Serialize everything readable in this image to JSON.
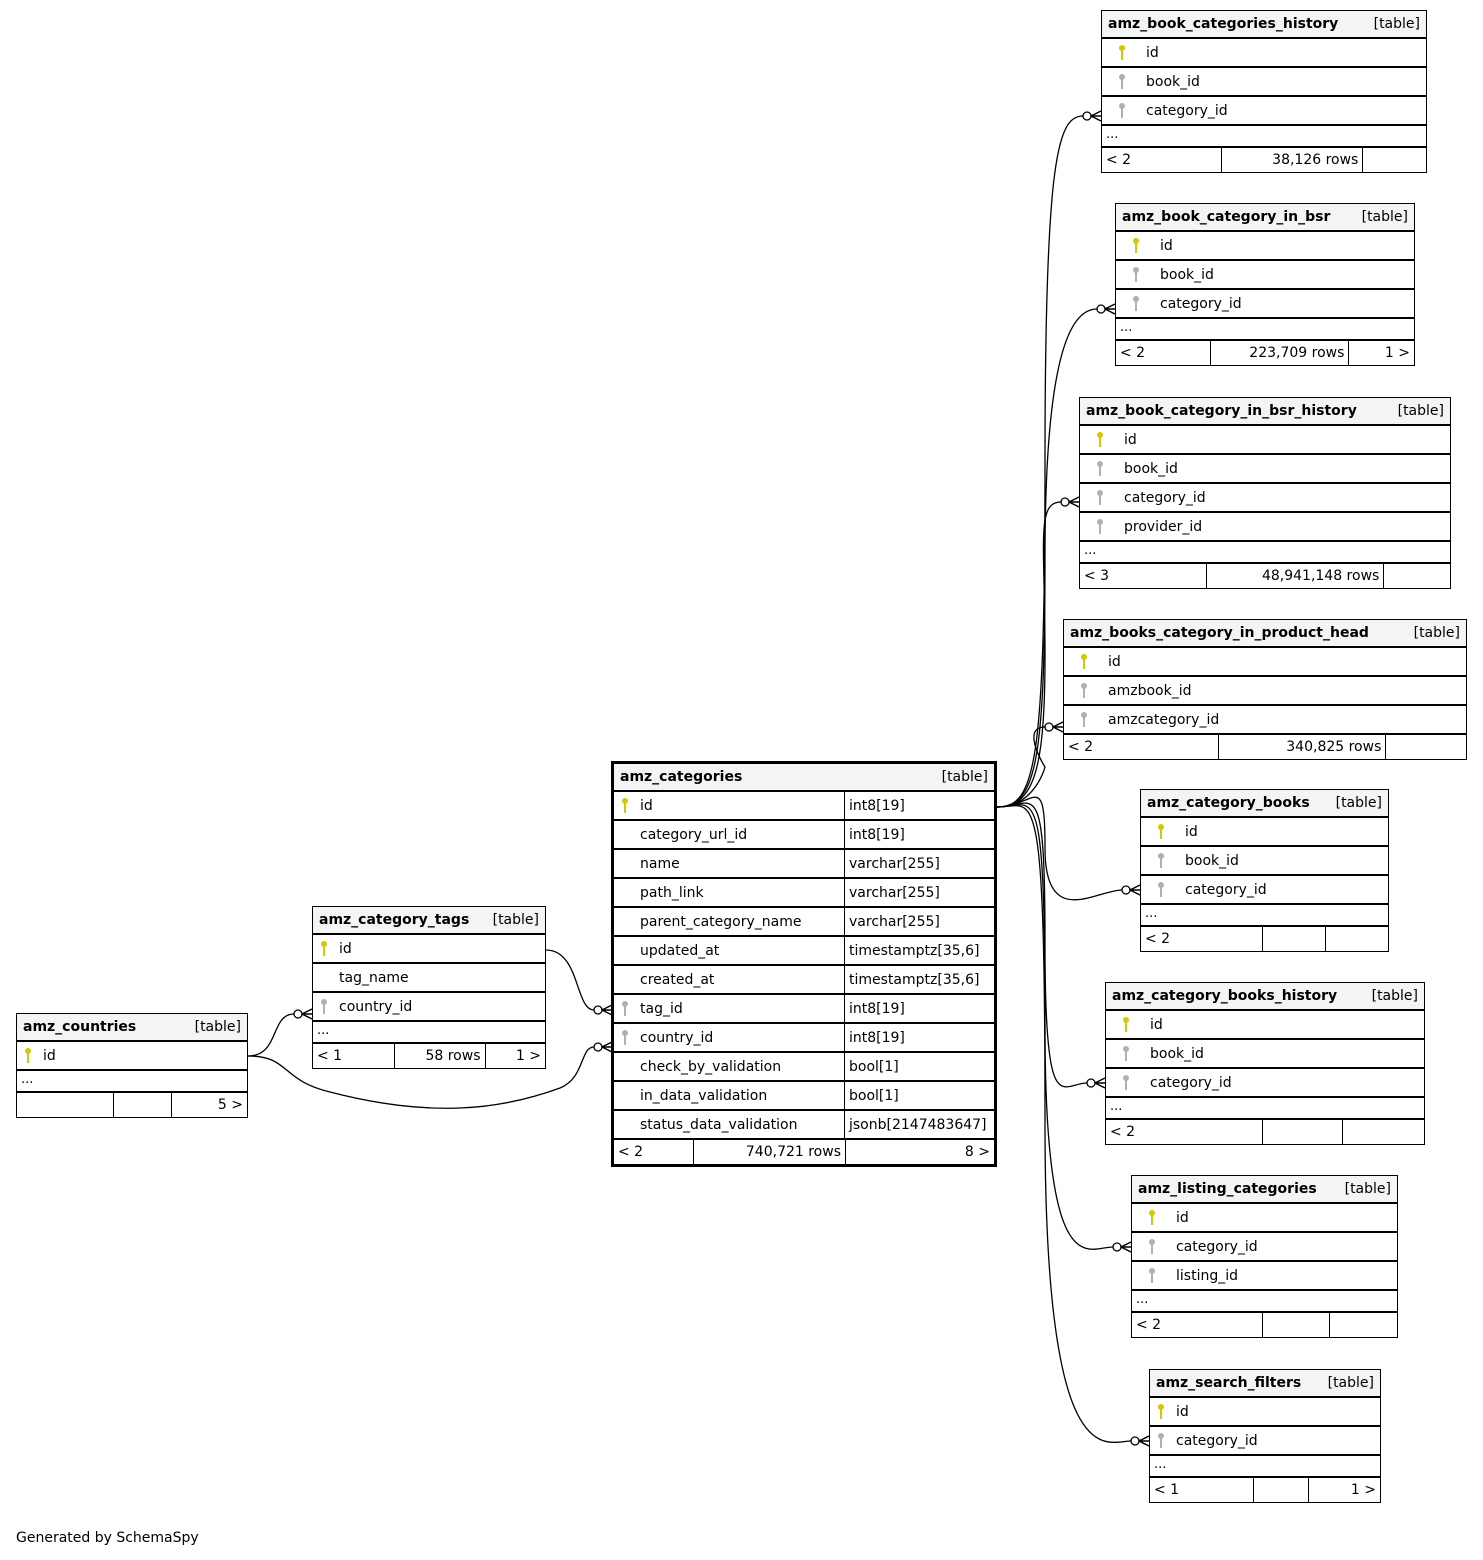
{
  "colors": {
    "primary_key": "#d4c800",
    "foreign_key": "#b0b0b0",
    "header_bg": "#f4f4f4"
  },
  "footer": "Generated by SchemaSpy",
  "type_label": "[table]",
  "more_label": "...",
  "tables": {
    "amz_book_categories_history": {
      "name": "amz_book_categories_history",
      "columns": [
        {
          "name": "id",
          "key": "pk"
        },
        {
          "name": "book_id",
          "key": "fk"
        },
        {
          "name": "category_id",
          "key": "fk"
        }
      ],
      "footer": [
        "< 2",
        "38,126 rows",
        ""
      ]
    },
    "amz_book_category_in_bsr": {
      "name": "amz_book_category_in_bsr",
      "columns": [
        {
          "name": "id",
          "key": "pk"
        },
        {
          "name": "book_id",
          "key": "fk"
        },
        {
          "name": "category_id",
          "key": "fk"
        }
      ],
      "footer": [
        "< 2",
        "223,709 rows",
        "1 >"
      ]
    },
    "amz_book_category_in_bsr_history": {
      "name": "amz_book_category_in_bsr_history",
      "columns": [
        {
          "name": "id",
          "key": "pk"
        },
        {
          "name": "book_id",
          "key": "fk"
        },
        {
          "name": "category_id",
          "key": "fk"
        },
        {
          "name": "provider_id",
          "key": "fk"
        }
      ],
      "footer": [
        "< 3",
        "48,941,148 rows",
        ""
      ]
    },
    "amz_books_category_in_product_head": {
      "name": "amz_books_category_in_product_head",
      "columns": [
        {
          "name": "id",
          "key": "pk"
        },
        {
          "name": "amzbook_id",
          "key": "fk"
        },
        {
          "name": "amzcategory_id",
          "key": "fk"
        }
      ],
      "footer": [
        "< 2",
        "340,825 rows",
        ""
      ]
    },
    "amz_category_books": {
      "name": "amz_category_books",
      "columns": [
        {
          "name": "id",
          "key": "pk"
        },
        {
          "name": "book_id",
          "key": "fk"
        },
        {
          "name": "category_id",
          "key": "fk"
        }
      ],
      "footer": [
        "< 2",
        "",
        ""
      ]
    },
    "amz_category_books_history": {
      "name": "amz_category_books_history",
      "columns": [
        {
          "name": "id",
          "key": "pk"
        },
        {
          "name": "book_id",
          "key": "fk"
        },
        {
          "name": "category_id",
          "key": "fk"
        }
      ],
      "footer": [
        "< 2",
        "",
        ""
      ]
    },
    "amz_listing_categories": {
      "name": "amz_listing_categories",
      "columns": [
        {
          "name": "id",
          "key": "pk"
        },
        {
          "name": "category_id",
          "key": "fk"
        },
        {
          "name": "listing_id",
          "key": "fk"
        }
      ],
      "footer": [
        "< 2",
        "",
        ""
      ]
    },
    "amz_search_filters": {
      "name": "amz_search_filters",
      "columns": [
        {
          "name": "id",
          "key": "pk"
        },
        {
          "name": "category_id",
          "key": "fk"
        }
      ],
      "footer": [
        "< 1",
        "",
        "1 >"
      ]
    },
    "amz_categories": {
      "name": "amz_categories",
      "columns": [
        {
          "name": "id",
          "type": "int8[19]",
          "key": "pk"
        },
        {
          "name": "category_url_id",
          "type": "int8[19]",
          "key": ""
        },
        {
          "name": "name",
          "type": "varchar[255]",
          "key": ""
        },
        {
          "name": "path_link",
          "type": "varchar[255]",
          "key": ""
        },
        {
          "name": "parent_category_name",
          "type": "varchar[255]",
          "key": ""
        },
        {
          "name": "updated_at",
          "type": "timestamptz[35,6]",
          "key": ""
        },
        {
          "name": "created_at",
          "type": "timestamptz[35,6]",
          "key": ""
        },
        {
          "name": "tag_id",
          "type": "int8[19]",
          "key": "fk"
        },
        {
          "name": "country_id",
          "type": "int8[19]",
          "key": "fk"
        },
        {
          "name": "check_by_validation",
          "type": "bool[1]",
          "key": ""
        },
        {
          "name": "in_data_validation",
          "type": "bool[1]",
          "key": ""
        },
        {
          "name": "status_data_validation",
          "type": "jsonb[2147483647]",
          "key": ""
        }
      ],
      "footer": [
        "< 2",
        "740,721 rows",
        "8 >"
      ]
    },
    "amz_category_tags": {
      "name": "amz_category_tags",
      "columns": [
        {
          "name": "id",
          "key": "pk"
        },
        {
          "name": "tag_name",
          "key": ""
        },
        {
          "name": "country_id",
          "key": "fk"
        }
      ],
      "footer": [
        "< 1",
        "58 rows",
        "1 >"
      ]
    },
    "amz_countries": {
      "name": "amz_countries",
      "columns": [
        {
          "name": "id",
          "key": "pk"
        }
      ],
      "footer": [
        "",
        "",
        "5 >"
      ]
    }
  }
}
